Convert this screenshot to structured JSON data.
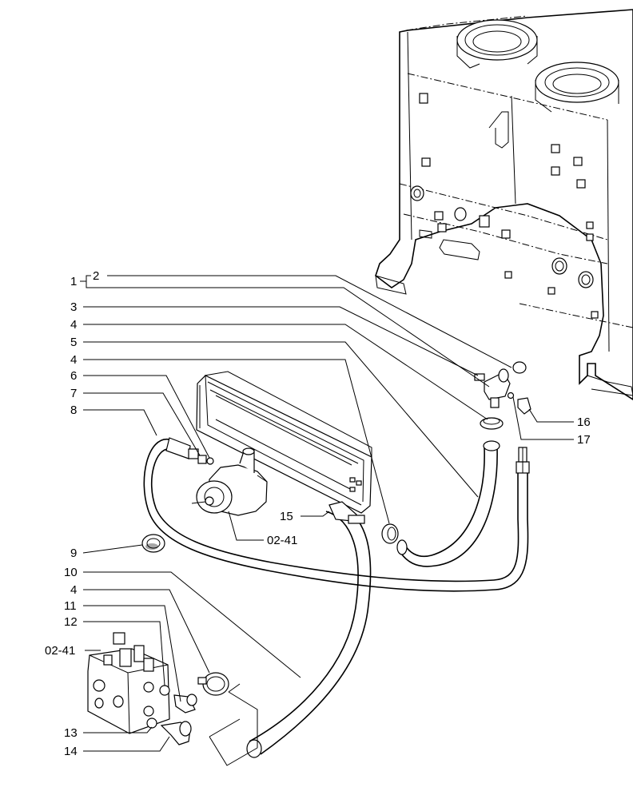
{
  "callouts": {
    "c1": "1",
    "c2": "2",
    "c3": "3",
    "c4a": "4",
    "c5": "5",
    "c4b": "4",
    "c6": "6",
    "c7": "7",
    "c8": "8",
    "c9": "9",
    "c10": "10",
    "c4c": "4",
    "c11": "11",
    "c12": "12",
    "c02_41_left": "02-41",
    "c13": "13",
    "c14": "14",
    "c15": "15",
    "c02_41_pump": "02-41",
    "c16": "16",
    "c17": "17"
  }
}
